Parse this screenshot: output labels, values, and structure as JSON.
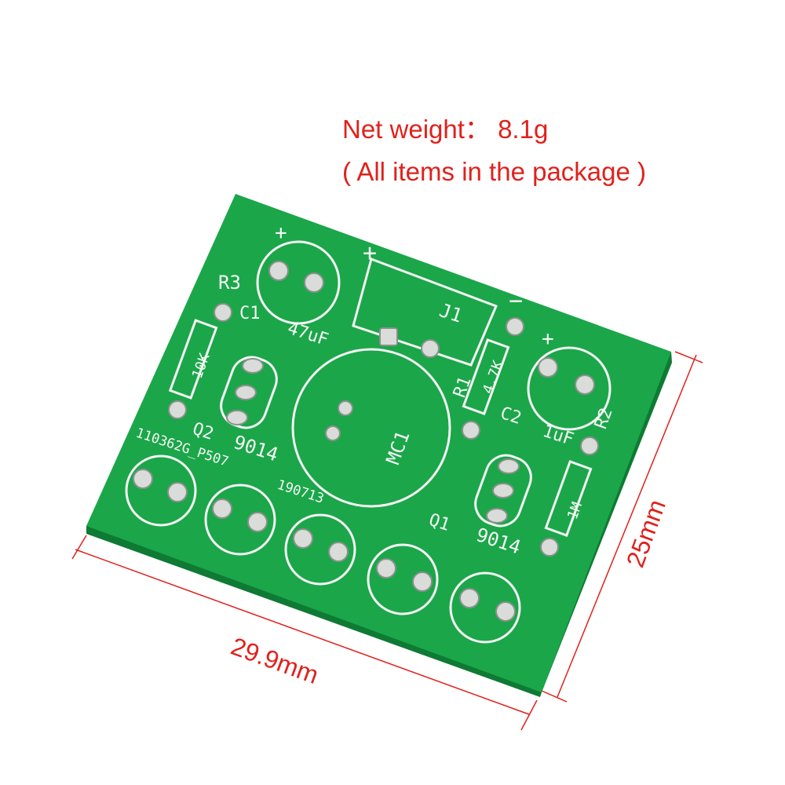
{
  "caption": {
    "net_weight": "Net weight： 8.1g",
    "package_note": "( All items in the package )"
  },
  "dimensions": {
    "width_label": "29.9mm",
    "height_label": "25mm"
  },
  "board": {
    "color": "#1ba64a",
    "silkscreen_color": "#f4f8f4",
    "labels": {
      "r3": "R3",
      "c1": "C1",
      "c1_value": "47uF",
      "r_10k": "10K",
      "j1": "J1",
      "plus_left": "+",
      "plus_j1": "+",
      "minus_j1": "−",
      "plus_c2": "+",
      "r1": "R1",
      "r1_value": "4.7K",
      "c2": "C2",
      "c2_value": "1uF",
      "r2": "R2",
      "mc1": "MC1",
      "q2": "Q2",
      "q2_value": "9014",
      "board_code": "110362G_P507",
      "date_code": "190713",
      "q1": "Q1",
      "q1_value": "9014",
      "r_1m": "1M"
    }
  },
  "colors": {
    "dimension_lines": "#e0211c",
    "pcb_green": "#1ba64a",
    "pcb_edge": "#0f7a33"
  }
}
